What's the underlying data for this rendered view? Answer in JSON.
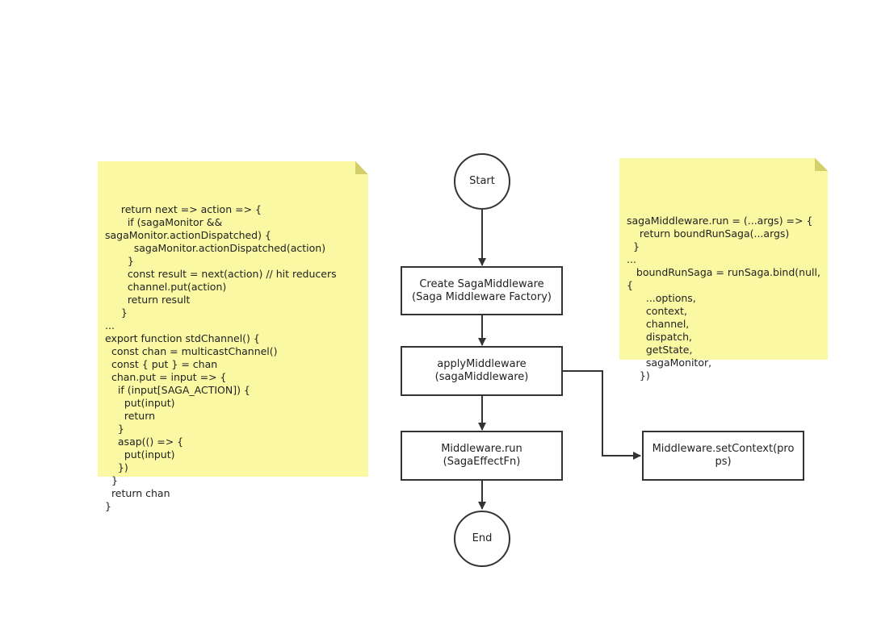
{
  "note_left_code": "     return next => action => {\n       if (sagaMonitor &&\nsagaMonitor.actionDispatched) {\n         sagaMonitor.actionDispatched(action)\n       }\n       const result = next(action) // hit reducers\n       channel.put(action)\n       return result\n     }\n...\nexport function stdChannel() {\n  const chan = multicastChannel()\n  const { put } = chan\n  chan.put = input => {\n    if (input[SAGA_ACTION]) {\n      put(input)\n      return\n    }\n    asap(() => {\n      put(input)\n    })\n  }\n  return chan\n}",
  "note_right_code": "sagaMiddleware.run = (...args) => {\n    return boundRunSaga(...args)\n  }\n...\n   boundRunSaga = runSaga.bind(null,\n{\n      ...options,\n      context,\n      channel,\n      dispatch,\n      getState,\n      sagaMonitor,\n    })",
  "nodes": {
    "start": "Start",
    "create_line1": "Create SagaMiddleware",
    "create_line2": "(Saga Middleware Factory)",
    "apply_line1": "applyMiddleware",
    "apply_line2": "(sagaMiddleware)",
    "run_line1": "Middleware.run",
    "run_line2": "(SagaEffectFn)",
    "setcontext_line1": "Middleware.setContext(pro",
    "setcontext_line2": "ps)",
    "end": "End"
  },
  "colors": {
    "note_fill": "#fbf8a3",
    "stroke": "#333333"
  }
}
